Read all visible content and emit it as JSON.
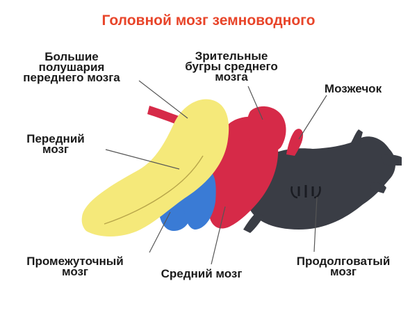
{
  "title": "Головной мозг земноводного",
  "colors": {
    "title": "#e8452a",
    "forebrain": "#f5e97a",
    "diencephalon": "#3a7bd5",
    "midbrain": "#d62a48",
    "medulla": "#3a3d45",
    "leader": "#555555"
  },
  "labels": {
    "hemispheres": [
      "Большие",
      "полушария",
      "переднего мозга"
    ],
    "optic_lobes": [
      "Зрительные",
      "бугры  среднего",
      "мозга"
    ],
    "cerebellum": [
      "Мозжечок"
    ],
    "forebrain": [
      "Передний",
      "мозг"
    ],
    "diencephalon": [
      "Промежуточный",
      "мозг"
    ],
    "midbrain": [
      "Средний мозг"
    ],
    "medulla": [
      "Продолговатый",
      "мозг"
    ]
  }
}
